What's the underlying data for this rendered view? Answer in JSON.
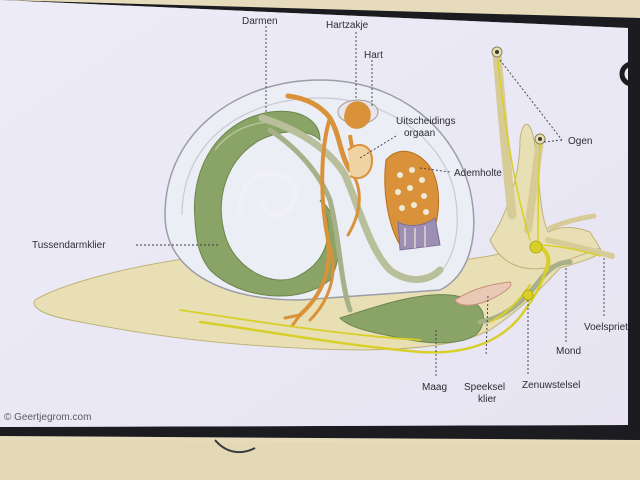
{
  "labels": {
    "darmen": "Darmen",
    "hartzakje": "Hartzakje",
    "hart": "Hart",
    "uitscheidings_line1": "Uitscheidings",
    "uitscheidings_line2": "orgaan",
    "ogen": "Ogen",
    "ademholte": "Ademholte",
    "tussendarmklier": "Tussendarmklier",
    "voelspriet": "Voelspriet",
    "mond": "Mond",
    "maag": "Maag",
    "speeksel_line1": "Speeksel",
    "speeksel_line2": "klier",
    "zenuwstelsel": "Zenuwstelsel"
  },
  "credit": "© Geertjegrom.com",
  "colors": {
    "screen": "#efeff7",
    "body": "#e6ddb6",
    "shell": "#edeef6",
    "gland": "#8da76a",
    "orange": "#d9923a",
    "yellow": "#d8cf2a",
    "lung": "#9c8fb3"
  }
}
